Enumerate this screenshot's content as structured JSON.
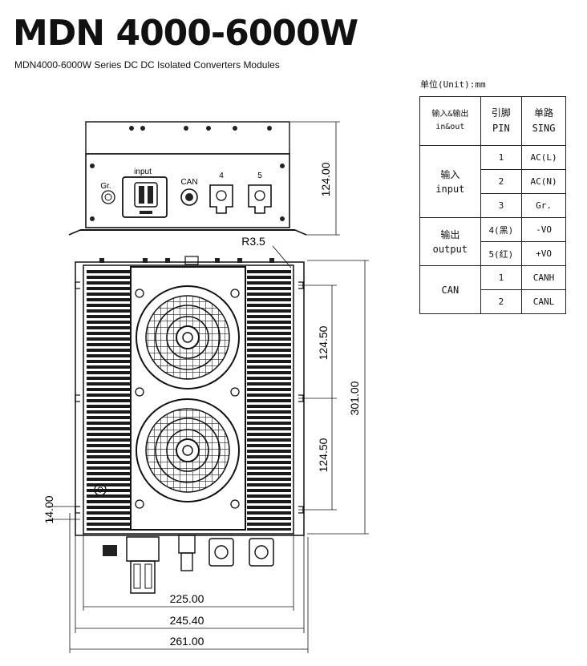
{
  "header": {
    "title": "MDN 4000-6000W",
    "subtitle": "MDN4000-6000W Series DC DC Isolated Converters Modules"
  },
  "unit_label": "单位(Unit):mm",
  "pin_table": {
    "headers": [
      {
        "line1": "输入&输出",
        "line2": "in&out"
      },
      {
        "line1": "引脚",
        "line2": "PIN"
      },
      {
        "line1": "单路",
        "line2": "SING"
      }
    ],
    "groups": [
      {
        "label_cn": "输入",
        "label_en": "input",
        "rows": [
          {
            "pin": "1",
            "signal": "AC(L)"
          },
          {
            "pin": "2",
            "signal": "AC(N)"
          },
          {
            "pin": "3",
            "signal": "Gr."
          }
        ]
      },
      {
        "label_cn": "输出",
        "label_en": "output",
        "rows": [
          {
            "pin": "4(黑)",
            "signal": "-VO"
          },
          {
            "pin": "5(红)",
            "signal": "+VO"
          }
        ]
      },
      {
        "label_cn": "CAN",
        "label_en": "",
        "rows": [
          {
            "pin": "1",
            "signal": "CANH"
          },
          {
            "pin": "2",
            "signal": "CANL"
          }
        ]
      }
    ]
  },
  "front_view": {
    "gr_label": "Gr.",
    "input_label": "input",
    "can_label": "CAN",
    "out4_label": "4",
    "out5_label": "5",
    "height_dim": "124.00"
  },
  "top_view": {
    "radius_label": "R3.5",
    "pitch_upper": "124.50",
    "pitch_lower": "124.50",
    "total_height": "301.00",
    "slot_dim": "14.00",
    "width_inner": "225.00",
    "width_mid": "245.40",
    "width_total": "261.00"
  }
}
